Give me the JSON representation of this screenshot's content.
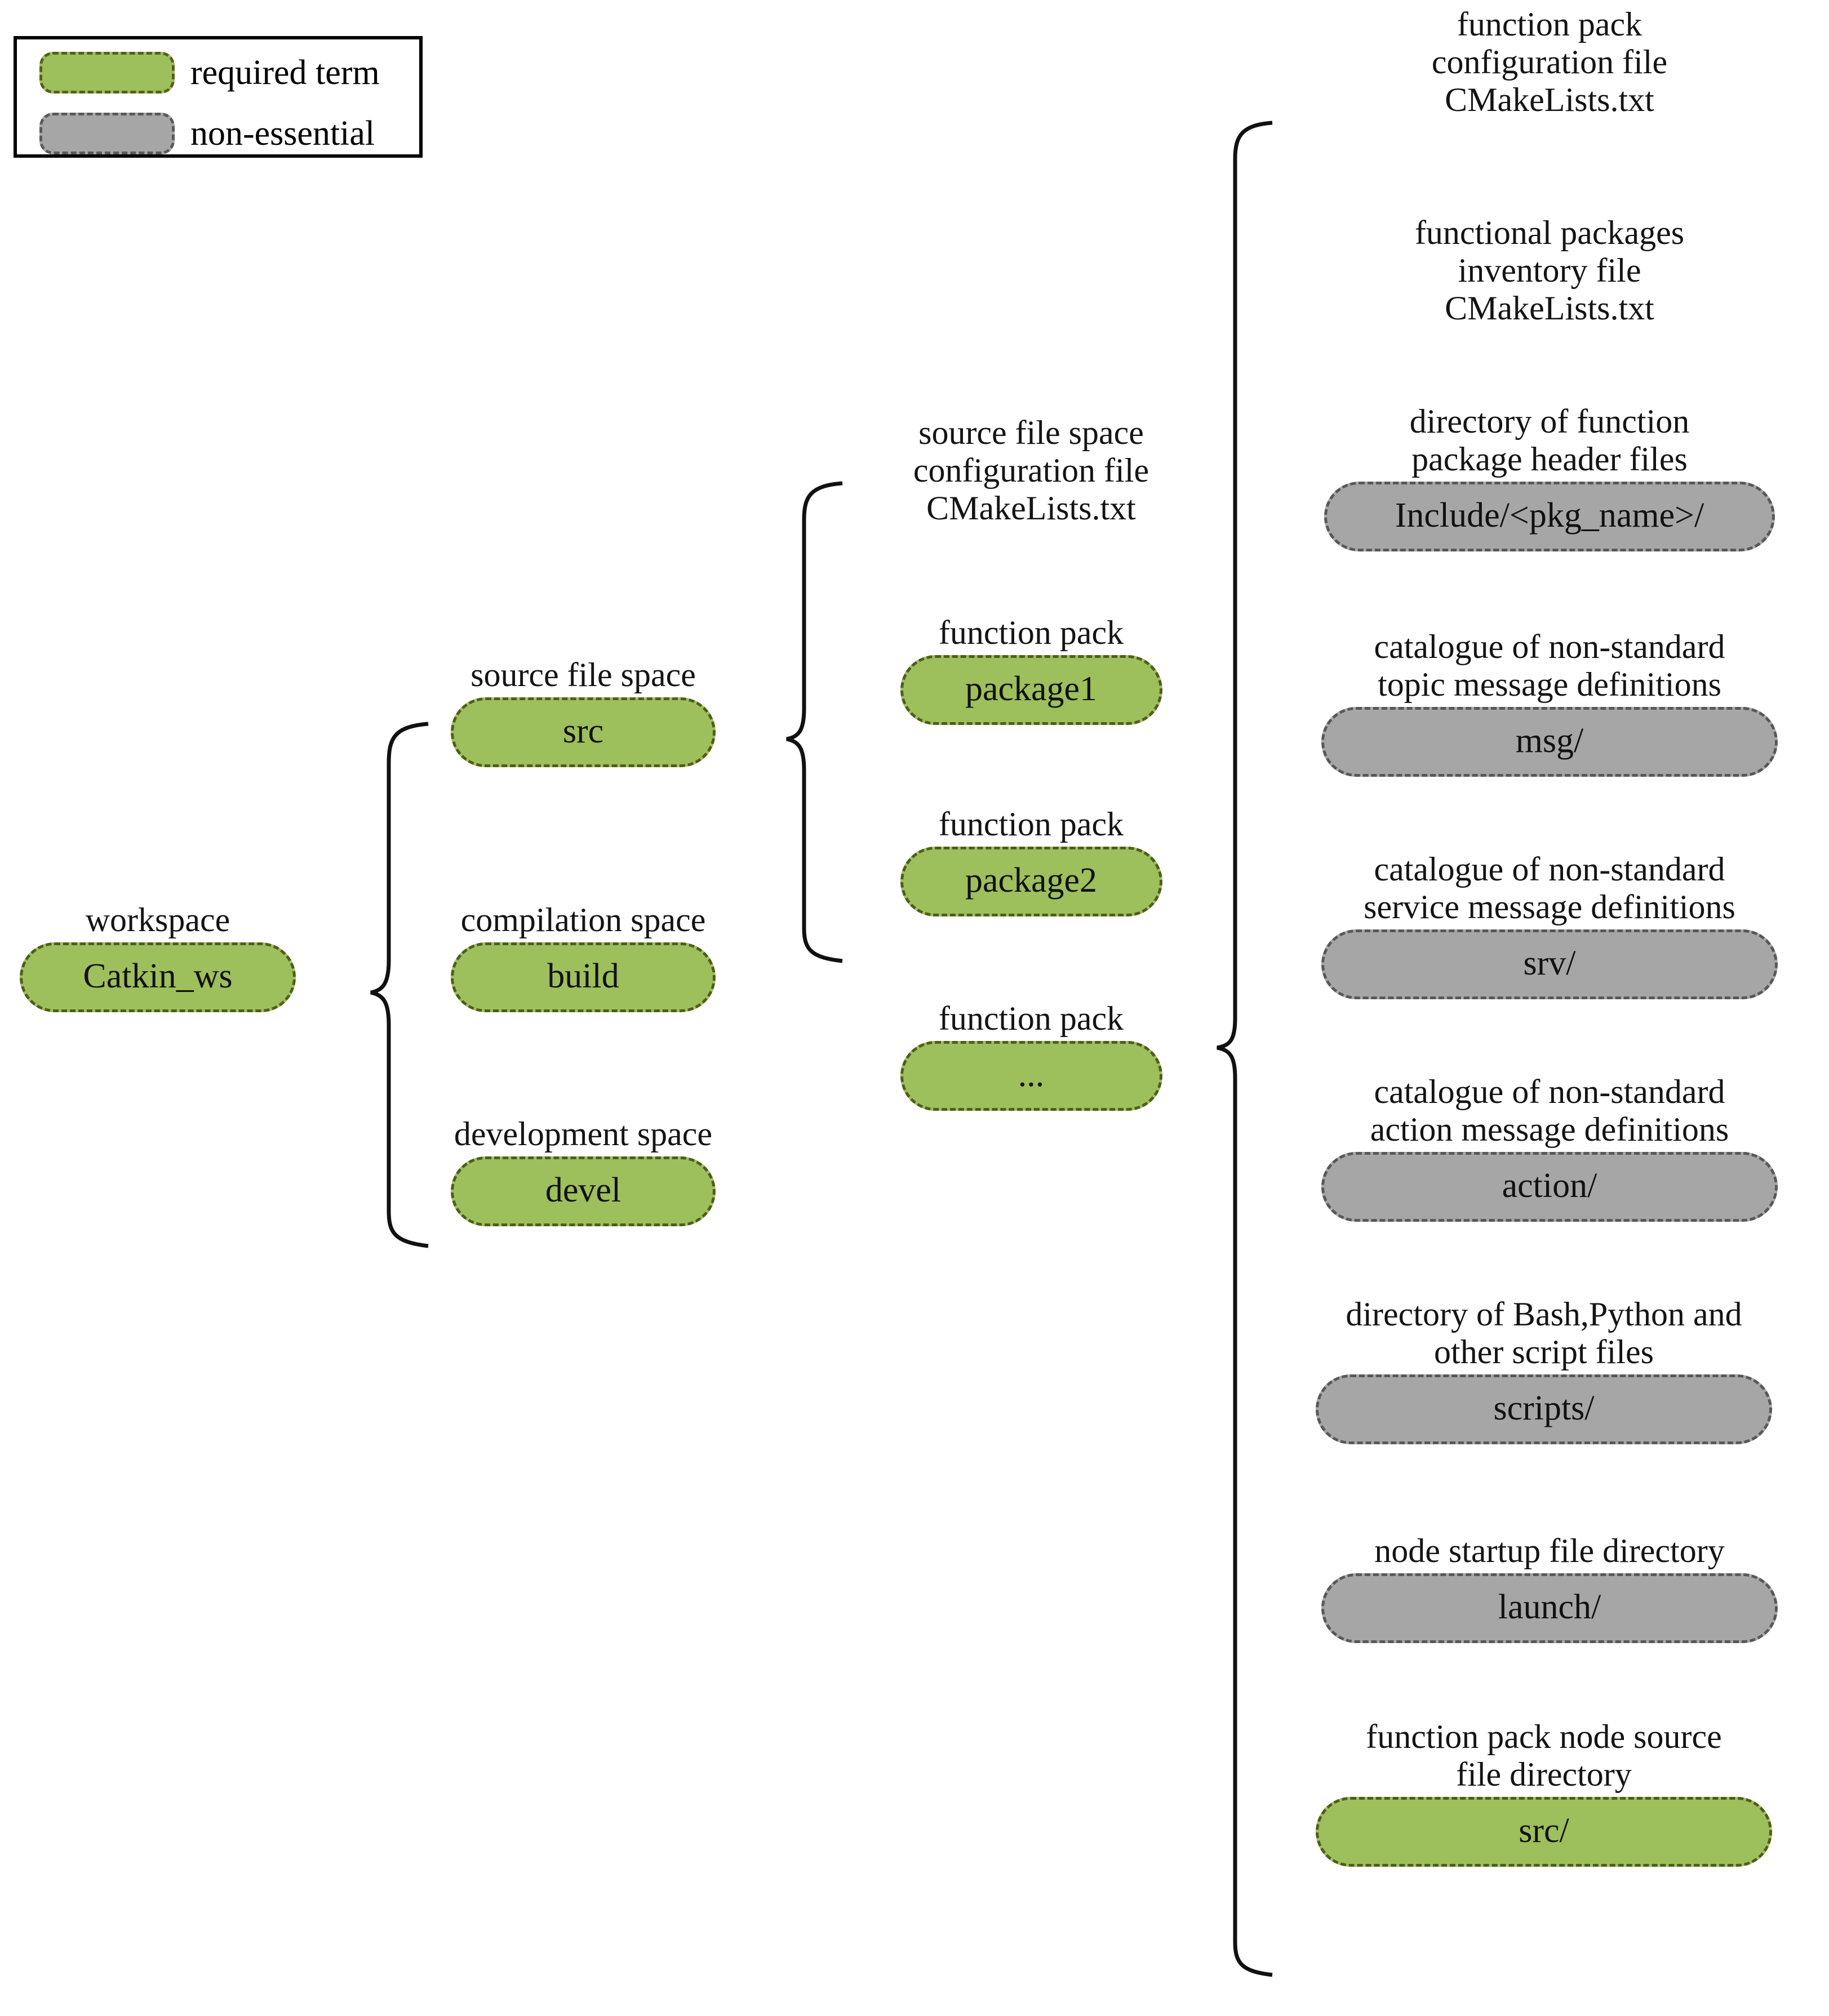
{
  "legend": {
    "items": [
      {
        "swatch": "green",
        "label": "required term"
      },
      {
        "swatch": "gray",
        "label": "non-essential"
      }
    ]
  },
  "colors": {
    "required_term": "#9dbf5c",
    "non_essential": "#a6a6a6",
    "stroke": "#000000",
    "text": "#111111"
  },
  "columns": {
    "workspace": {
      "nodes": [
        {
          "caption": "workspace",
          "value": "Catkin_ws",
          "kind": "green"
        }
      ]
    },
    "spaces": {
      "nodes": [
        {
          "caption": "source file space",
          "value": "src",
          "kind": "green"
        },
        {
          "caption": "compilation space",
          "value": "build",
          "kind": "green"
        },
        {
          "caption": "development space",
          "value": "devel",
          "kind": "green"
        }
      ]
    },
    "packages": {
      "nodes": [
        {
          "caption": "source file space\nconfiguration file\nCMakeLists.txt",
          "value": null,
          "kind": null
        },
        {
          "caption": "function pack",
          "value": "package1",
          "kind": "green"
        },
        {
          "caption": "function pack",
          "value": "package2",
          "kind": "green"
        },
        {
          "caption": "function pack",
          "value": "...",
          "kind": "green"
        }
      ]
    },
    "package_contents": {
      "nodes": [
        {
          "caption": "function pack\nconfiguration file\nCMakeLists.txt",
          "value": null,
          "kind": null
        },
        {
          "caption": "functional packages\ninventory file\nCMakeLists.txt",
          "value": null,
          "kind": null
        },
        {
          "caption": "directory of function\npackage header files",
          "value": "Include/<pkg_name>/",
          "kind": "gray"
        },
        {
          "caption": "catalogue of non-standard\ntopic message definitions",
          "value": "msg/",
          "kind": "gray"
        },
        {
          "caption": "catalogue of non-standard\nservice message definitions",
          "value": "srv/",
          "kind": "gray"
        },
        {
          "caption": "catalogue of non-standard\naction message definitions",
          "value": "action/",
          "kind": "gray"
        },
        {
          "caption": "directory of Bash,Python and\nother script files",
          "value": "scripts/",
          "kind": "gray"
        },
        {
          "caption": "node startup file directory",
          "value": "launch/",
          "kind": "gray"
        },
        {
          "caption": "function pack node source\nfile directory",
          "value": "src/",
          "kind": "green"
        }
      ]
    }
  }
}
